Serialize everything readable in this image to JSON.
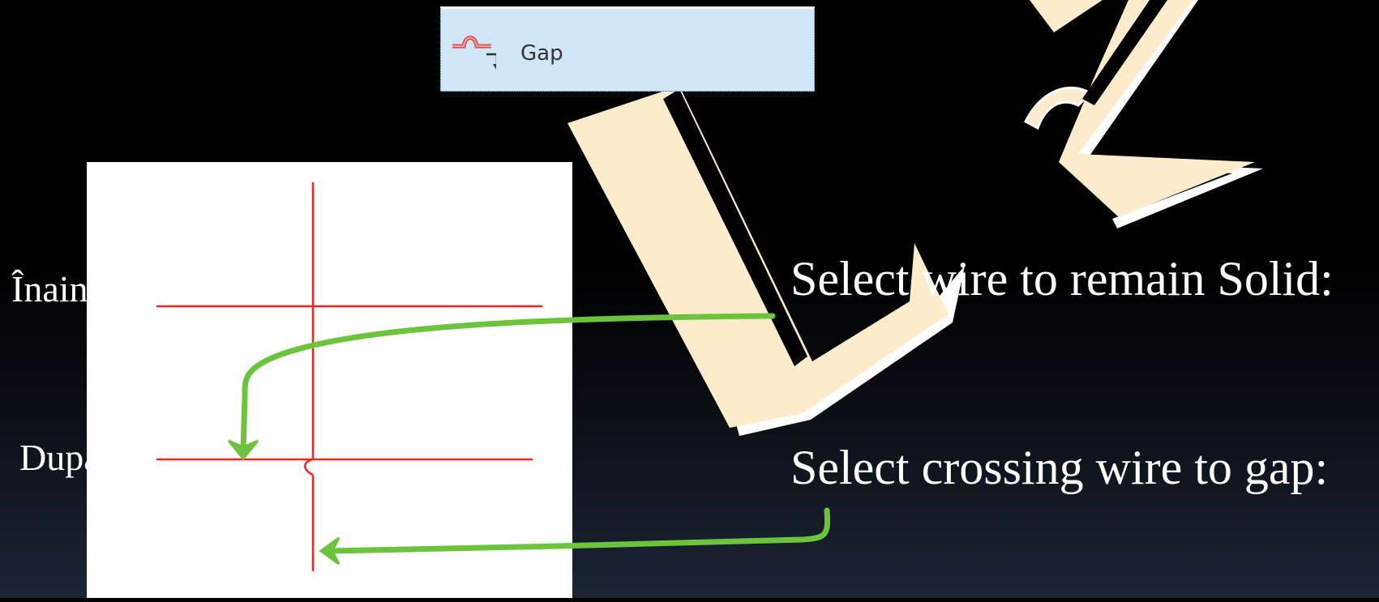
{
  "ribbon": {
    "gap_label": "Gap",
    "icon": "gap-wire-icon"
  },
  "labels": {
    "before": "Înainte",
    "after": "După"
  },
  "prompts": {
    "solid": "Select wire to remain Solid:",
    "gap": "Select crossing wire to gap:"
  },
  "colors": {
    "wire": "#ff2020",
    "arrow": "#6cc43c",
    "button_bg": "#cfe6f7",
    "logo_fill": "#fdeccc",
    "background": "#000000"
  }
}
